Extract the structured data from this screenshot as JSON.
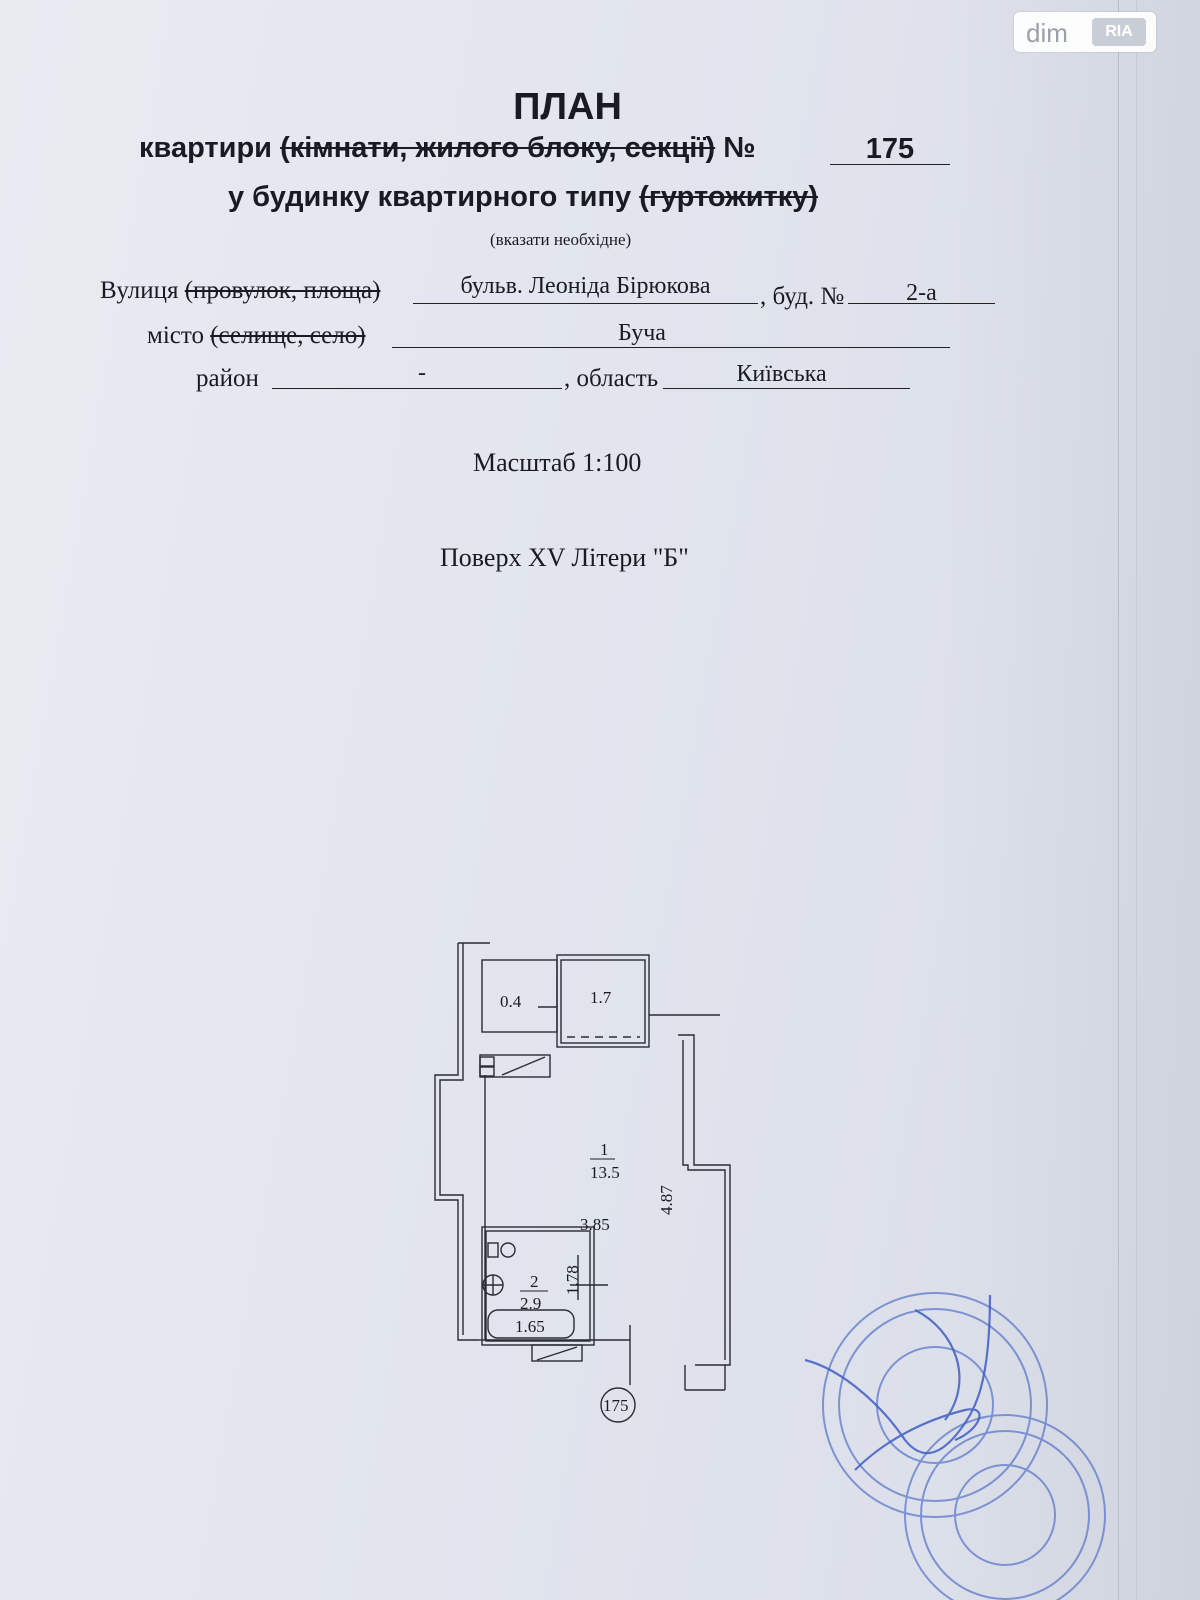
{
  "watermark": {
    "brand": "dim",
    "badge": "RIA"
  },
  "header": {
    "title": "ПЛАН",
    "line2_prefix": "квартири",
    "line2_struck": "(кімнати, жилого блоку, секції)",
    "line2_no": "№",
    "apartment_number": "175",
    "line3_main": "у будинку квартирного типу",
    "line3_struck": "(гуртожитку)",
    "note": "(вказати необхідне)"
  },
  "address": {
    "street_label": "Вулиця",
    "street_label_struck": "(провулок, площа)",
    "street_value": "бульв. Леоніда Бірюкова",
    "building_label": ", буд. №",
    "building_value": "2-а",
    "city_label": "місто",
    "city_label_struck": "(селище, село)",
    "city_value": "Буча",
    "district_label": "район",
    "district_value": "-",
    "region_label": ", область",
    "region_value": "Київська"
  },
  "scale": "Масштаб 1:100",
  "floor": "Поверх XV Літери \"Б\"",
  "plan": {
    "balcony_left_area": "0.4",
    "balcony_right_area": "1.7",
    "room1_number": "1",
    "room1_area": "13.5",
    "room1_width": "3.85",
    "room1_length": "4.87",
    "room2_number": "2",
    "room2_area": "2.9",
    "room2_dim": "1.78",
    "bath_length": "1.65",
    "apartment_tag": "175"
  }
}
